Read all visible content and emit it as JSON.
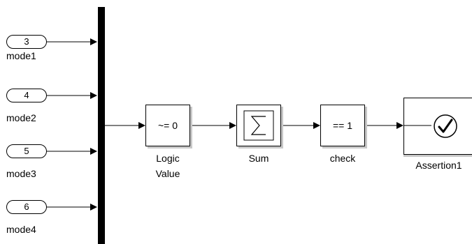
{
  "inports": [
    {
      "number": "3",
      "label": "mode1"
    },
    {
      "number": "4",
      "label": "mode2"
    },
    {
      "number": "5",
      "label": "mode3"
    },
    {
      "number": "6",
      "label": "mode4"
    }
  ],
  "blocks": {
    "logic": {
      "text": "~= 0",
      "label_line1": "Logic",
      "label_line2": "Value"
    },
    "sum": {
      "icon": "sigma-icon",
      "label": "Sum"
    },
    "check": {
      "text": "== 1",
      "label": "check"
    },
    "assertion": {
      "icon": "checkmark-icon",
      "label": "Assertion1"
    }
  }
}
